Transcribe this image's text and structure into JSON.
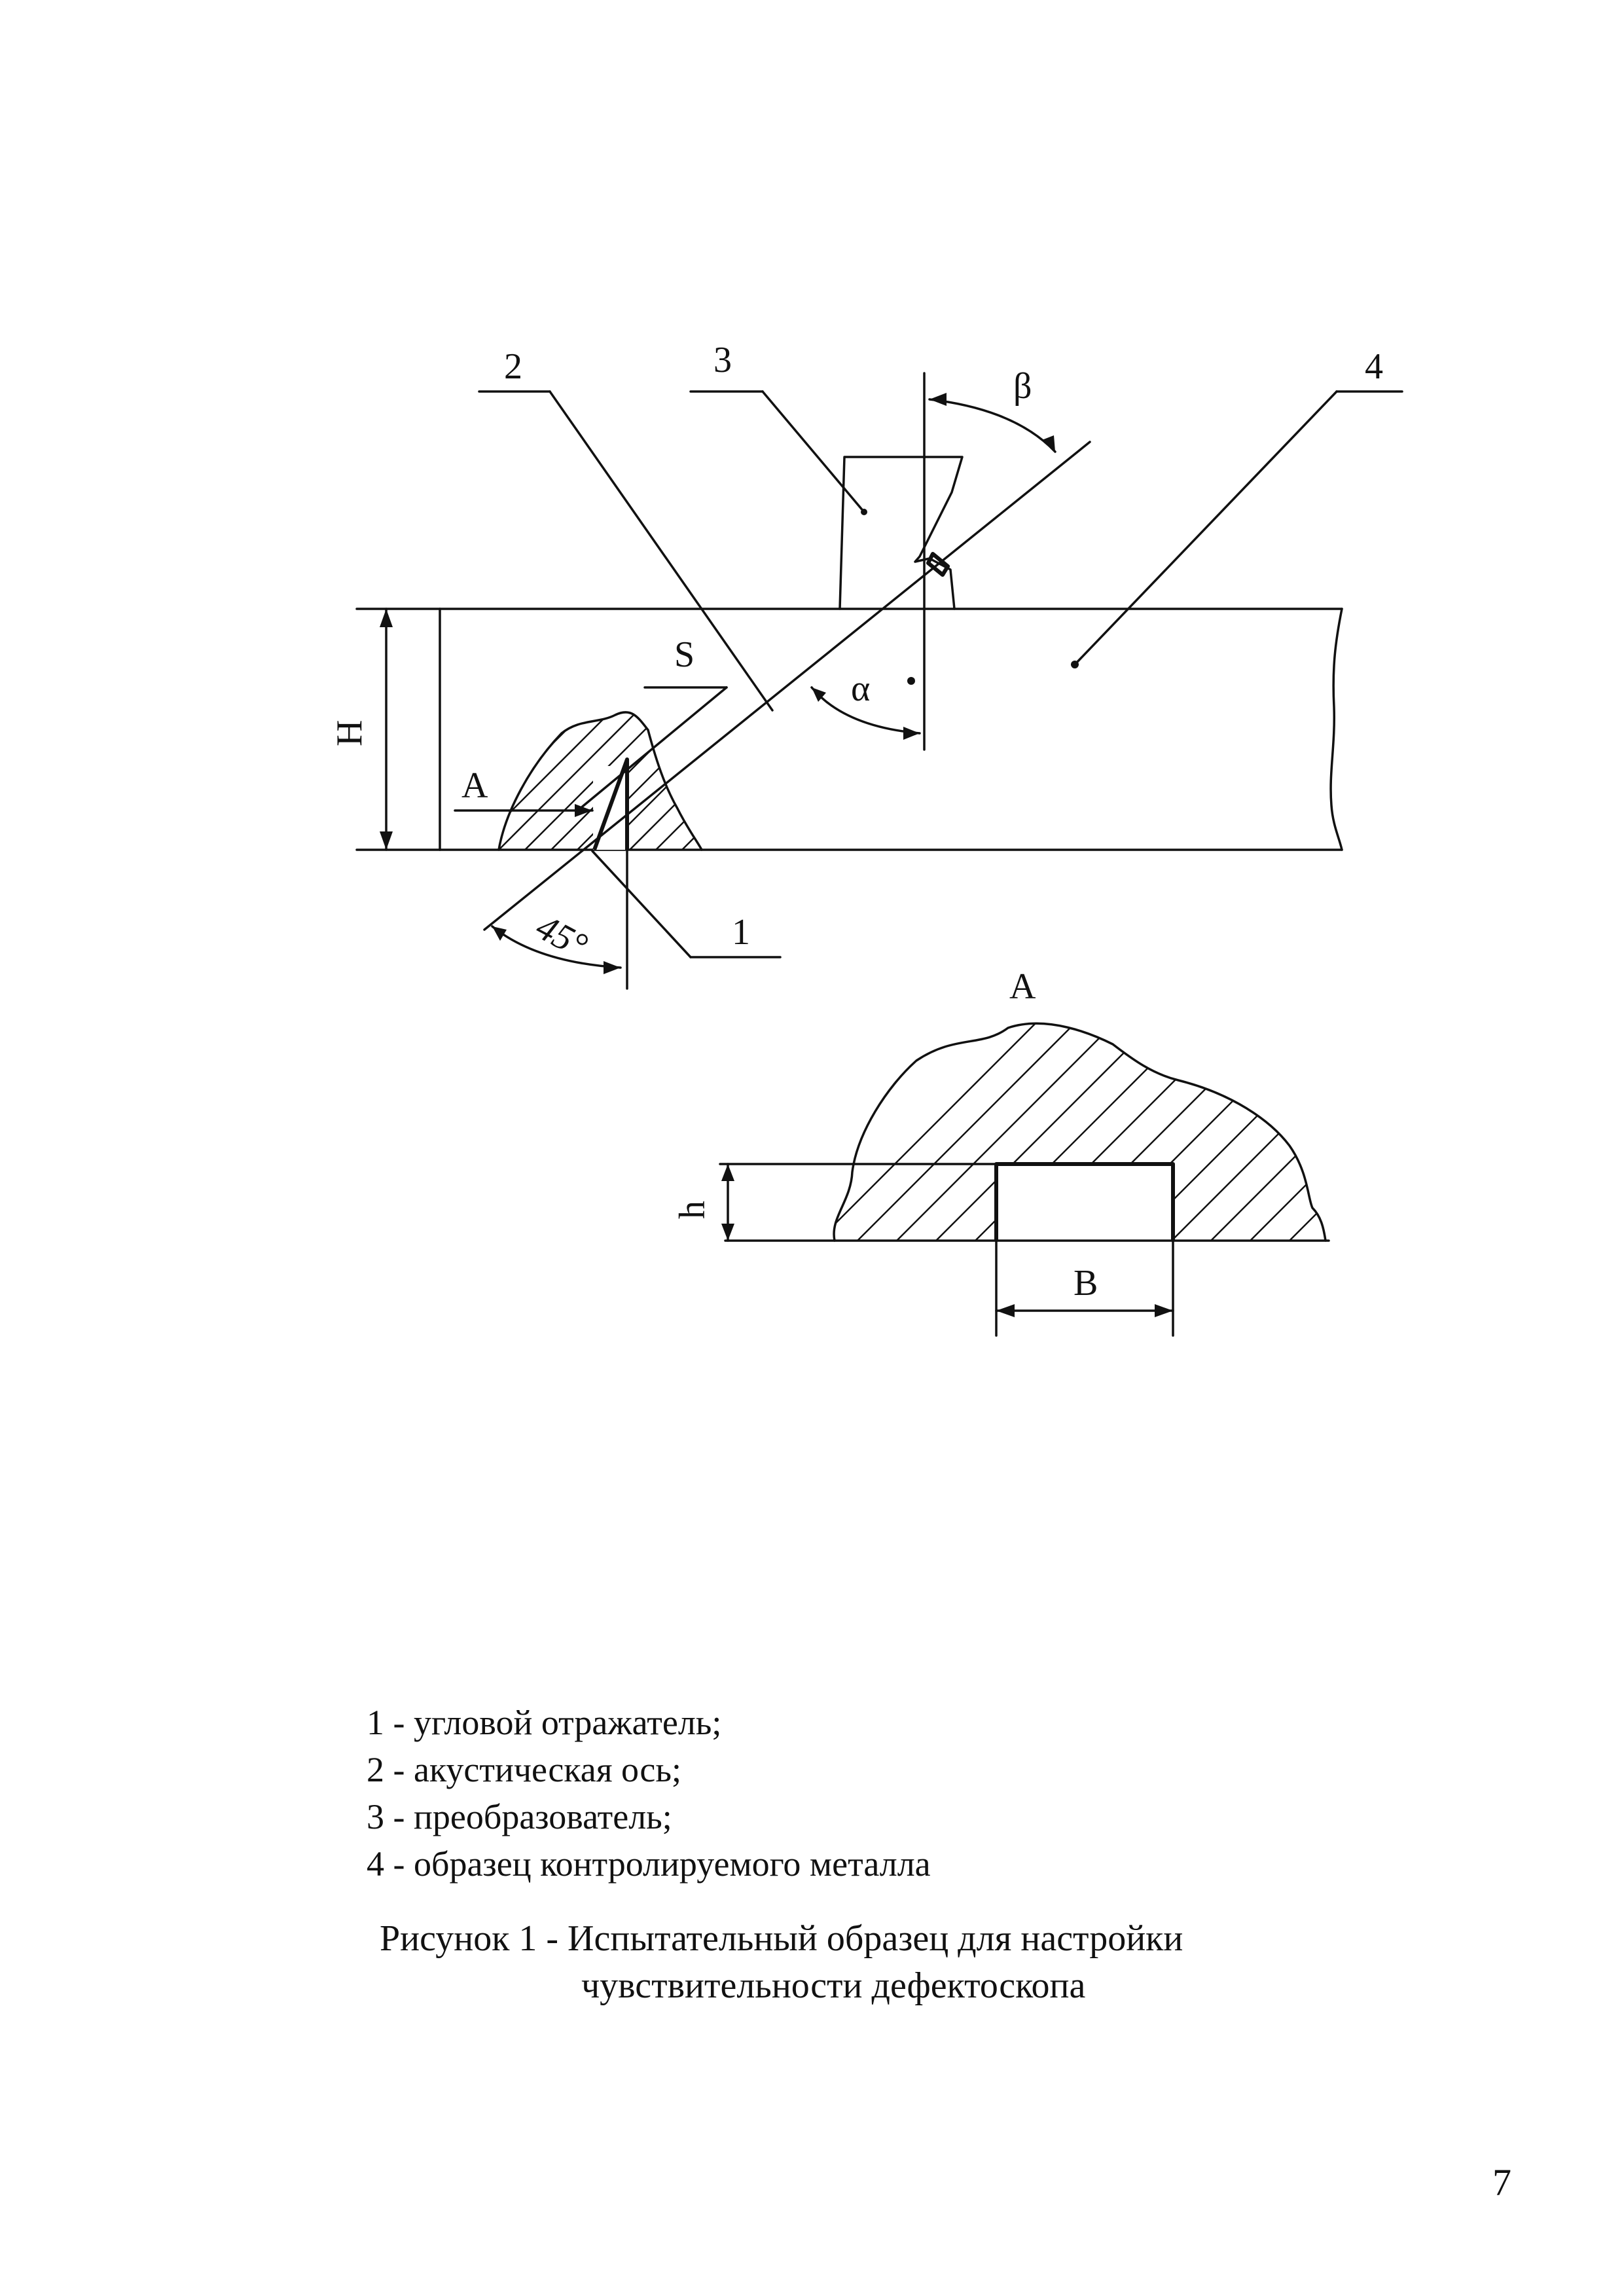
{
  "figure": {
    "callouts": [
      "1",
      "2",
      "3",
      "4"
    ],
    "dims": {
      "height_big": "H",
      "height_small": "h",
      "width_small": "B",
      "section_ref": "A",
      "section_title": "A",
      "beam_label": "S",
      "angle_alpha": "α",
      "angle_beta": "β",
      "angle_45": "45°"
    }
  },
  "legend": [
    "1 - угловой отражатель;",
    "2 - акустическая ось;",
    "3 - преобразователь;",
    "4 - образец контролируемого металла"
  ],
  "caption": {
    "line1": "Рисунок 1 - Испытательный образец для настройки",
    "line2": "чувствительности  дефектоскопа"
  },
  "page_number": "7"
}
